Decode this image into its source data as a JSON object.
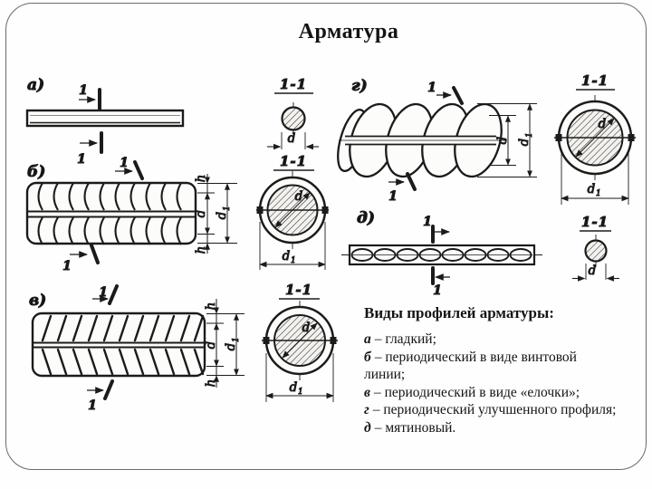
{
  "title": "Арматура",
  "labels": {
    "fig_a": "а)",
    "fig_b": "б)",
    "fig_v": "в)",
    "fig_g": "г)",
    "fig_d": "д)",
    "section_mark": "1-1",
    "cut_number": "1",
    "dim_d": "d",
    "dim_h": "h",
    "sub_1": "1"
  },
  "legend": {
    "title": "Виды профилей арматуры:",
    "items": [
      {
        "key": "а",
        "text": "– гладкий;"
      },
      {
        "key": "б",
        "text": "– периодический в виде винтовой линии;"
      },
      {
        "key": "в",
        "text": "– периодический в виде «елочки»;"
      },
      {
        "key": "г",
        "text": "– периодический улучшенного профиля;"
      },
      {
        "key": "д",
        "text": "– мятиновый."
      }
    ]
  },
  "colors": {
    "ink": "#1b1b1b",
    "paper": "#ffffff",
    "card_border": "#6b6b6b"
  }
}
